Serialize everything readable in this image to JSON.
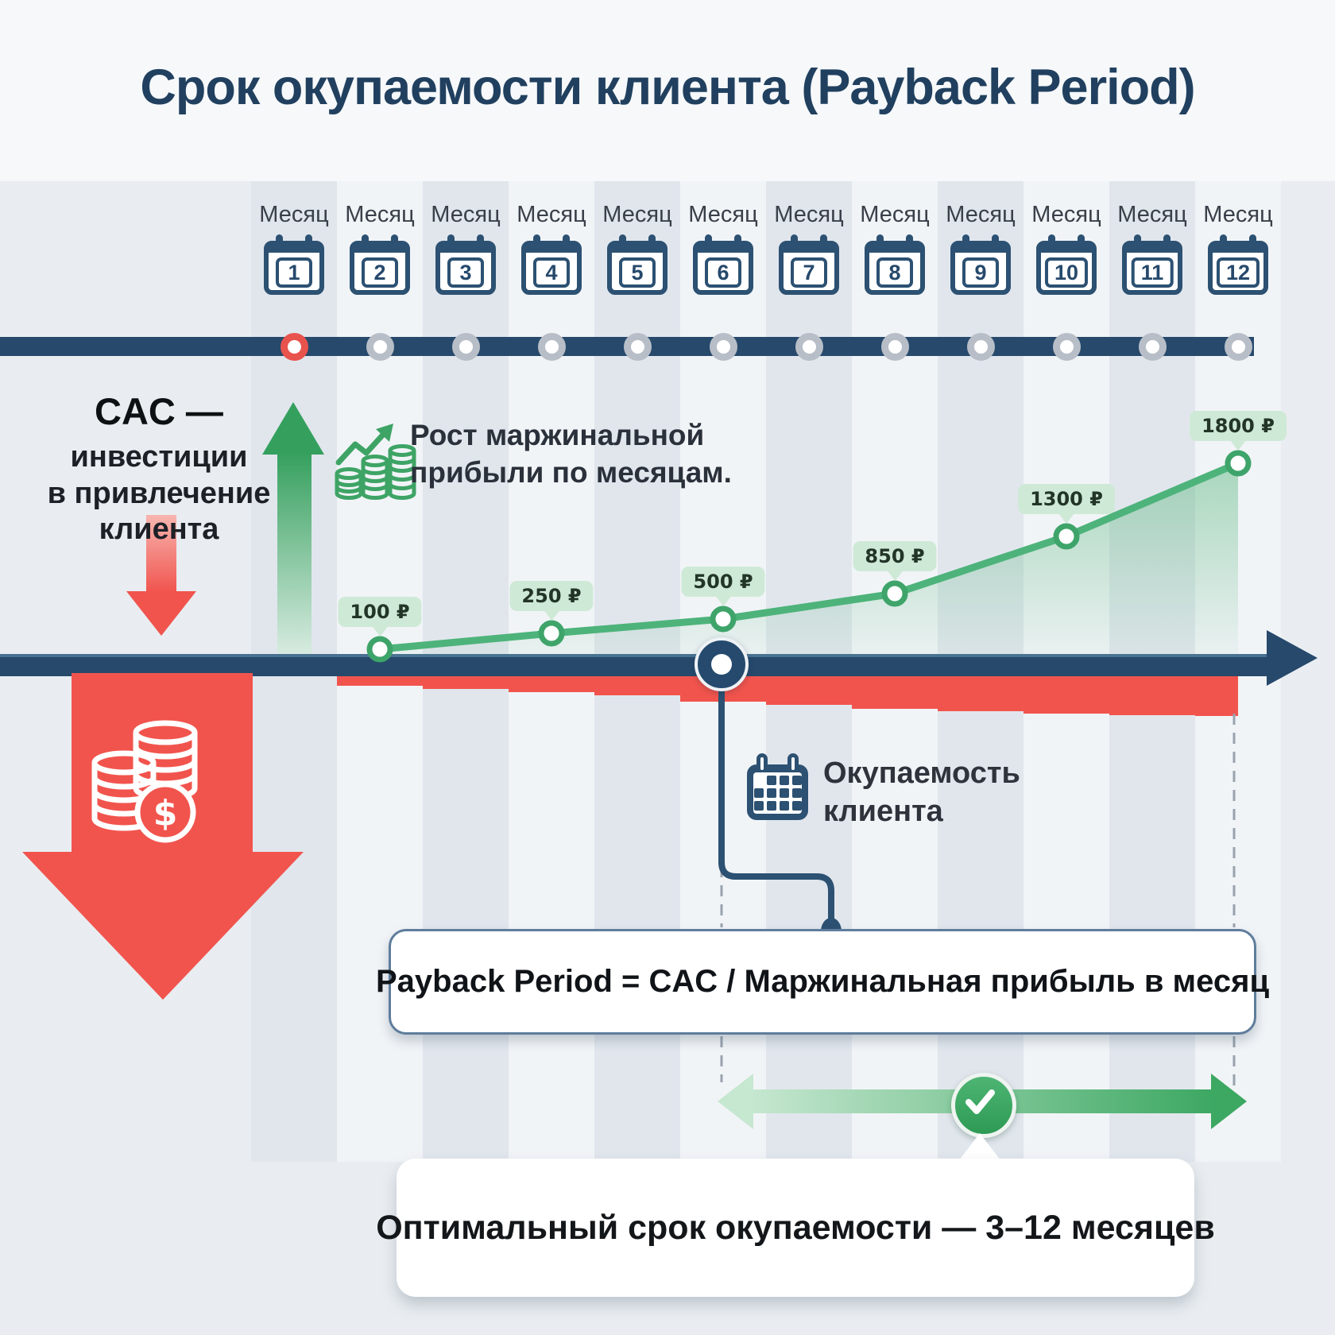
{
  "title": "Срок окупаемости клиента (Payback Period)",
  "colors": {
    "navy": "#26496c",
    "red": "#f1544d",
    "green": "#3ea465",
    "bubble_green": "#cfe9d7",
    "background": "#e9edf1"
  },
  "timeline": {
    "month_label": "Месяц",
    "months": [
      "1",
      "2",
      "3",
      "4",
      "5",
      "6",
      "7",
      "8",
      "9",
      "10",
      "11",
      "12"
    ]
  },
  "cac": {
    "heading": "CAC —",
    "lines": [
      "инвестиции",
      "в привлечение",
      "клиента"
    ]
  },
  "growth_note": {
    "lines": [
      "Рост маржинальной",
      "прибыли по месяцам."
    ]
  },
  "chart_data": {
    "type": "line",
    "title": "Рост маржинальной прибыли по месяцам",
    "x_months": [
      2,
      4,
      6,
      8,
      10,
      12
    ],
    "values_rub": [
      100,
      250,
      500,
      850,
      1300,
      1800
    ],
    "point_labels": [
      "100 ₽",
      "250 ₽",
      "500 ₽",
      "850 ₽",
      "1300 ₽",
      "1800 ₽"
    ],
    "payback_month": 6,
    "legend_position": "none",
    "grid": false
  },
  "payback_marker": {
    "lines": [
      "Окупаемость",
      "клиента"
    ]
  },
  "formula_text": "Payback Period = CAC / Маржинальная прибыль в месяц",
  "optimal_text": "Оптимальный срок окупаемости — 3–12 месяцев"
}
